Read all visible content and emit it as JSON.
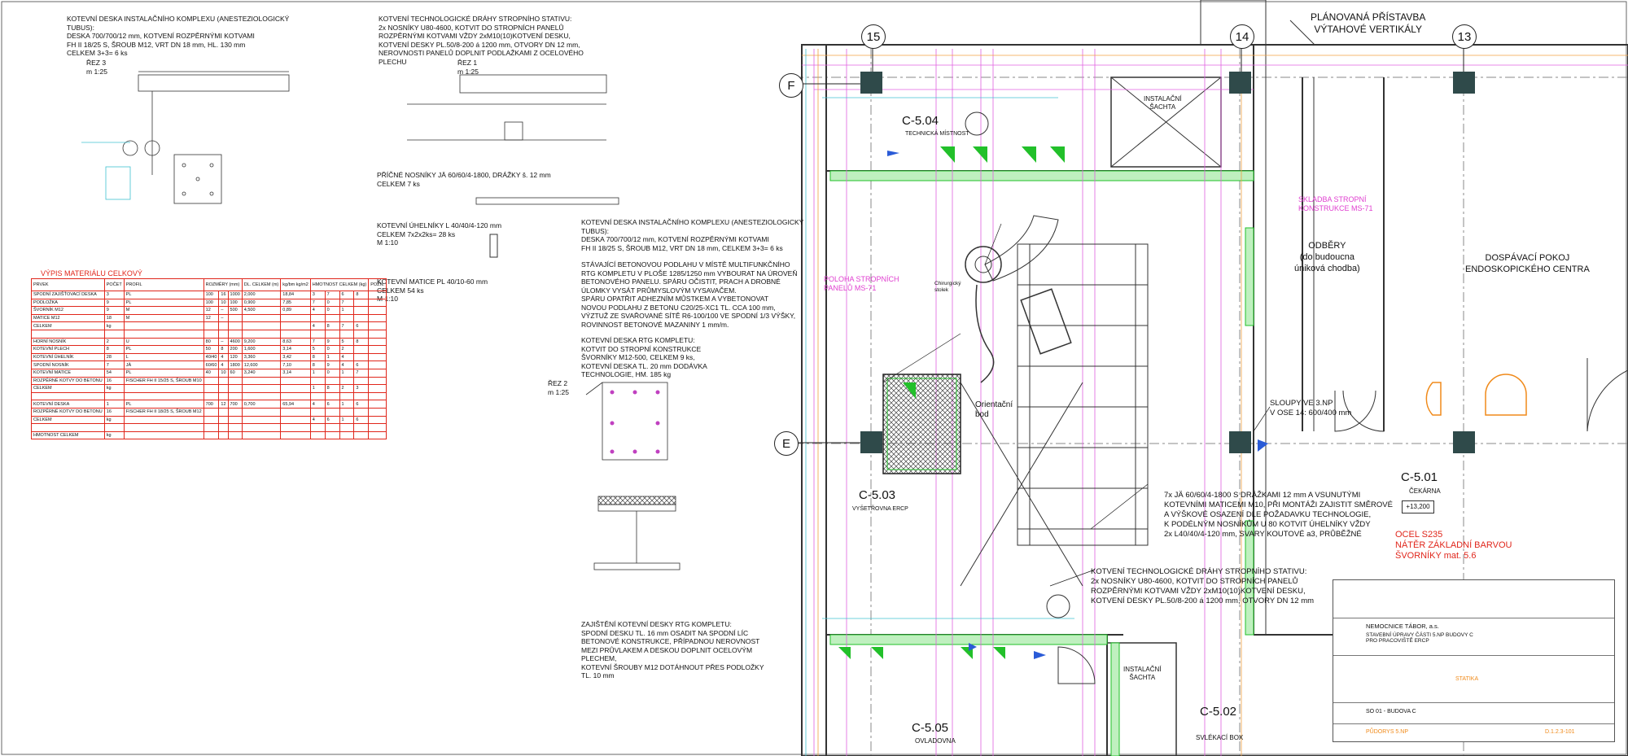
{
  "notes": {
    "kotevni_deska_tl": "KOTEVNÍ DESKA INSTALAČNÍHO KOMPLEXU (ANESTEZIOLOGICKÝ\nTUBUS):\nDESKA 700/700/12 mm, KOTVENÍ ROZPĚRNÝMI KOTVAMI\nFH II 18/25 S, ŠROUB M12, VRT DN 18 mm, HL. 130 mm\nCELKEM 3+3= 6 ks",
    "rez3": "ŘEZ 3\nm 1:25",
    "kotveni_drahy_tl": "KOTVENÍ TECHNOLOGICKÉ DRÁHY STROPNÍHO STATIVU:\n2x NOSNÍKY U80-4600, KOTVIT DO STROPNÍCH PANELŮ\nROZPĚRNÝMI KOTVAMI VŽDY 2xM10(10)KOTVENÍ DESKU,\nKOTVENÍ DESKY PL.50/8-200 á 1200 mm, OTVORY DN 12 mm,\nNEROVNOSTI PANELŮ DOPLNIT PODLAŽKAMI Z OCELOVÉHO\nPLECHU",
    "rez1": "ŘEZ 1\nm 1:25",
    "pricne_nosniky": "PŘÍČNÉ NOSNÍKY JÄ 60/60/4-1800, DRÁŽKY š. 12 mm\nCELKEM 7 ks",
    "kotevni_uhelniky": "KOTEVNÍ ÚHELNÍKY L 40/40/4-120 mm\nCELKEM 7x2x2ks= 28 ks\nM 1:10",
    "kotevni_matice": "KOTEVNÍ MATICE PL 40/10-60 mm\nCELKEM 54 ks\nM 1:10",
    "kotevni_deska_mid": "KOTEVNÍ DESKA INSTALAČNÍHO KOMPLEXU (ANESTEZIOLOGICKÝ\nTUBUS):\nDESKA 700/700/12 mm, KOTVENÍ ROZPĚRNÝMI KOTVAMI\nFH II 18/25 S, ŠROUB M12, VRT DN 18 mm, CELKEM 3+3= 6 ks",
    "stavajici_podlaha": "STÁVAJÍCÍ BETONOVOU PODLAHU V MÍSTĚ MULTIFUNKČNÍHO\nRTG KOMPLETU V PLOŠE 1285/1250 mm VYBOURAT NA ÚROVEŇ\nBETONOVÉHO PANELU. SPÁRU OČISTIT, PRACH A DROBNÉ\nÚLOMKY VYSÁT PRŮMYSLOVÝM VYSAVAČEM.\nSPÁRU OPATŘIT ADHEZNÍM MŮSTKEM A VYBETONOVAT\nNOVOU PODLAHU Z BETONU C20/25-XC1 TL. CCA 100 mm,\nVÝZTUŽ ZE SVAŘOVANÉ SÍTĚ R6-100/100 VE SPODNÍ 1/3 VÝŠKY,\nROVINNOST BETONOVÉ MAZANINY 1 mm/m.",
    "kotevni_deska_rtg": "KOTEVNÍ DESKA RTG KOMPLETU:\nKOTVIT DO STROPNÍ KONSTRUKCE\nŠVORNÍKY M12-500, CELKEM 9 ks,\nKOTEVNÍ DESKA TL. 20 mm DODÁVKA\nTECHNOLOGIE, HM. 185 kg",
    "rez2": "ŘEZ 2\nm 1:25",
    "zajisteni": "ZAJIŠTĚNÍ KOTEVNÍ DESKY RTG KOMPLETU:\nSPODNÍ DESKU TL. 16 mm OSADIT NA SPODNÍ LÍC\nBETONOVÉ KONSTRUKCE, PŘÍPADNOU NEROVNOST\nMEZI PRŮVLAKEM A DESKOU DOPLNIT OCELOVÝM\nPLECHEM,\nKOTEVNÍ ŠROUBY M12 DOTÁHNOUT PŘES PODLOŽKY\nTL. 10 mm",
    "sloupy": "SLOUPY VE 3.NP\nV OSE 14: 600/400 mm",
    "nosniky_7x": "7x JÄ 60/60/4-1800 S DRÁŽKAMI 12 mm A VSUNUTÝMI\nKOTEVNÍMI MATICEMI M10, PŘI MONTÁŽI ZAJISTIT SMĚROVÉ\nA VÝŠKOVÉ OSAZENÍ DLE POŽADAVKU TECHNOLOGIE,\nK PODÉLNÝM NOSNÍKŮM U 80 KOTVIT ÚHELNÍKY VŽDY\n2x L40/40/4-120 mm, SVARY KOUTOVÉ a3, PRŮBĚŽNÉ",
    "kotveni_drahy_bottom": "KOTVENÍ TECHNOLOGICKÉ DRÁHY STROPNÍHO STATIVU:\n2x NOSNÍKY U80-4600, KOTVIT DO STROPNÍCH PANELŮ\nROZPĚRNÝMI KOTVAMI VŽDY 2xM10(10)KOTVENÍ DESKU,\nKOTVENÍ DESKY PL.50/8-200 á 1200 mm, OTVORY DN 12 mm",
    "ocel": "OCEL S235\nNÁTĚR ZÁKLADNÍ BARVOU\nŠVORNÍKY mat. 5.6",
    "planovana": "PLÁNOVANÁ PŘÍSTAVBA\nVÝTAHOVÉ VERTIKÁLY",
    "skladba": "SKLADBA STROPNÍ\nKONSTRUKCE MS-71",
    "poloha": "POLOHA STROPNÍCH\nPANELŮ MS-71",
    "orientacni": "Orientační\nbod",
    "chirurgicky": "Chirurgický\nstolek"
  },
  "rooms": {
    "c504": "C-5.04",
    "c504_name": "TECHNICKÁ MÍSTNOST",
    "c503": "C-5.03",
    "c503_name": "VYŠETŘOVNA ERCP",
    "c501": "C-5.01",
    "c501_name": "ČEKÁRNA",
    "c501_level": "+13,200",
    "c505": "C-5.05",
    "c505_name": "OVLADOVNA",
    "c502": "C-5.02",
    "c502_name": "SVLÉKACÍ BOX",
    "odbery": "ODBĚRY\n(do budoucna\núniková chodba)",
    "dospavaci": "DOSPÁVACÍ POKOJ\nENDOSKOPICKÉHO CENTRA",
    "instalacni_sachta": "INSTALAČNÍ\nŠACHTA"
  },
  "axes": {
    "a15": "15",
    "a14": "14",
    "a13": "13",
    "aF": "F",
    "aE": "E"
  },
  "table": {
    "title": "VÝPIS MATERIÁLU CELKOVÝ",
    "headers": [
      "PRVEK",
      "POČET",
      "PROFIL",
      "ROZMĚRY (mm)",
      "DL. CELKEM (m)",
      "kg/bm kg/m2",
      "HMOTNOST CELKEM (kg)",
      "POZN."
    ],
    "rows": [
      [
        "SPODNÍ ZAJIŠŤOVACÍ DESKA",
        "3",
        "PL",
        "100",
        "16",
        "1000",
        "2,000",
        "18,84",
        "3",
        "7",
        "6",
        "8"
      ],
      [
        "PODLOŽKA",
        "9",
        "PL",
        "100",
        "10",
        "100",
        "0,900",
        "7,85",
        "7",
        "0",
        "7",
        ""
      ],
      [
        "ŠVORNÍK M12",
        "9",
        "M",
        "12",
        "–",
        "500",
        "4,500",
        "0,89",
        "4",
        "0",
        "1",
        ""
      ],
      [
        "MATICE M12",
        "18",
        "M",
        "12",
        "–",
        "",
        "",
        "",
        "",
        "",
        "",
        ""
      ],
      [
        "CELKEM",
        "kg",
        "",
        "",
        "",
        "",
        "",
        "",
        "4",
        "8",
        "7",
        "6"
      ],
      [
        "",
        "",
        "",
        "",
        "",
        "",
        "",
        "",
        "",
        "",
        "",
        ""
      ],
      [
        "HORNÍ NOSNÍK",
        "2",
        "U",
        "80",
        "–",
        "4600",
        "9,200",
        "8,63",
        "7",
        "9",
        "5",
        "8"
      ],
      [
        "KOTEVNÍ PLECH",
        "8",
        "PL",
        "50",
        "8",
        "200",
        "1,600",
        "3,14",
        "5",
        "0",
        "2",
        ""
      ],
      [
        "KOTEVNÍ ÚHELNÍK",
        "28",
        "L",
        "40/40",
        "4",
        "120",
        "3,360",
        "3,42",
        "8",
        "1",
        "4",
        ""
      ],
      [
        "SPODNÍ NOSNÍK",
        "7",
        "JÄ",
        "60/60",
        "4",
        "1800",
        "12,600",
        "7,10",
        "8",
        "9",
        "4",
        "6"
      ],
      [
        "KOTEVNÍ MATICE",
        "54",
        "PL",
        "40",
        "10",
        "60",
        "3,240",
        "3,14",
        "1",
        "0",
        "1",
        "7"
      ],
      [
        "ROZPĚRNÉ KOTVY DO BETONU",
        "16",
        "FISCHER FH II 15/25 S, ŠROUB M10",
        "",
        "",
        "",
        "",
        "",
        "",
        "",
        "",
        ""
      ],
      [
        "CELKEM",
        "kg",
        "",
        "",
        "",
        "",
        "",
        "",
        "1",
        "8",
        "2",
        "3"
      ],
      [
        "",
        "",
        "",
        "",
        "",
        "",
        "",
        "",
        "",
        "",
        "",
        ""
      ],
      [
        "KOTEVNÍ DESKA",
        "1",
        "PL",
        "700",
        "12",
        "700",
        "0,700",
        "65,94",
        "4",
        "6",
        "1",
        "6"
      ],
      [
        "ROZPĚRNÉ KOTVY DO BETONU",
        "16",
        "FISCHER FH II 18/25 S, ŠROUB M12",
        "",
        "",
        "",
        "",
        "",
        "",
        "",
        "",
        ""
      ],
      [
        "CELKEM",
        "kg",
        "",
        "",
        "",
        "",
        "",
        "",
        "4",
        "6",
        "1",
        "6"
      ],
      [
        "",
        "",
        "",
        "",
        "",
        "",
        "",
        "",
        "",
        "",
        "",
        ""
      ],
      [
        "HMOTNOST CELKEM",
        "kg",
        "",
        "",
        "",
        "",
        "",
        "",
        "",
        "",
        "",
        ""
      ]
    ]
  },
  "titleblock": {
    "company": "NEMOCNICE TÁBOR, a.s.",
    "project": "STAVEBNÍ ÚPRAVY ČÁSTI 5.NP BUDOVY C\nPRO PRACOVIŠTĚ ERCP",
    "part": "SO 01 - BUDOVA C",
    "drawing": "PŮDORYS 5.NP",
    "profession": "STATIKA",
    "number": "D.1.2.3-101"
  },
  "colors": {
    "red": "#e0261b",
    "magenta": "#e040d0",
    "orange": "#f08a1a",
    "green": "#22c02a",
    "column": "#2f4a4a"
  }
}
